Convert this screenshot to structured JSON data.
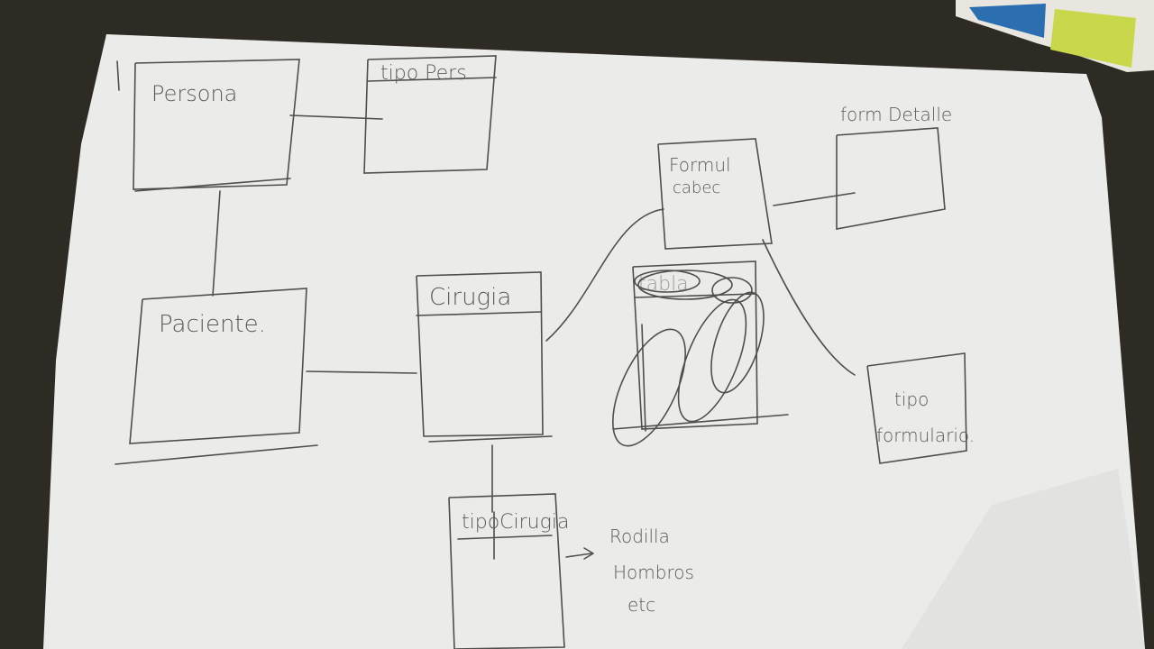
{
  "diagram": {
    "marker": "I",
    "entities": {
      "persona": "Persona",
      "tipo_persona": "tipo Pers",
      "paciente": "Paciente.",
      "cirugia": "Cirugia",
      "tipo_cirugia": "tipoCirugia",
      "formul_cabec_line1": "Formul",
      "formul_cabec_line2": "cabec",
      "form_detalle": "form Detalle",
      "tipo_formulario_line1": "tipo",
      "tipo_formulario_line2": "formulario."
    },
    "examples": {
      "item1": "Rodilla",
      "item2": "Hombros",
      "item3": "etc"
    },
    "scribbled_box_label": "tabla"
  },
  "colors": {
    "paper": "#ebebea",
    "ink": "#4e4e4c",
    "background": "#2e2a24"
  }
}
